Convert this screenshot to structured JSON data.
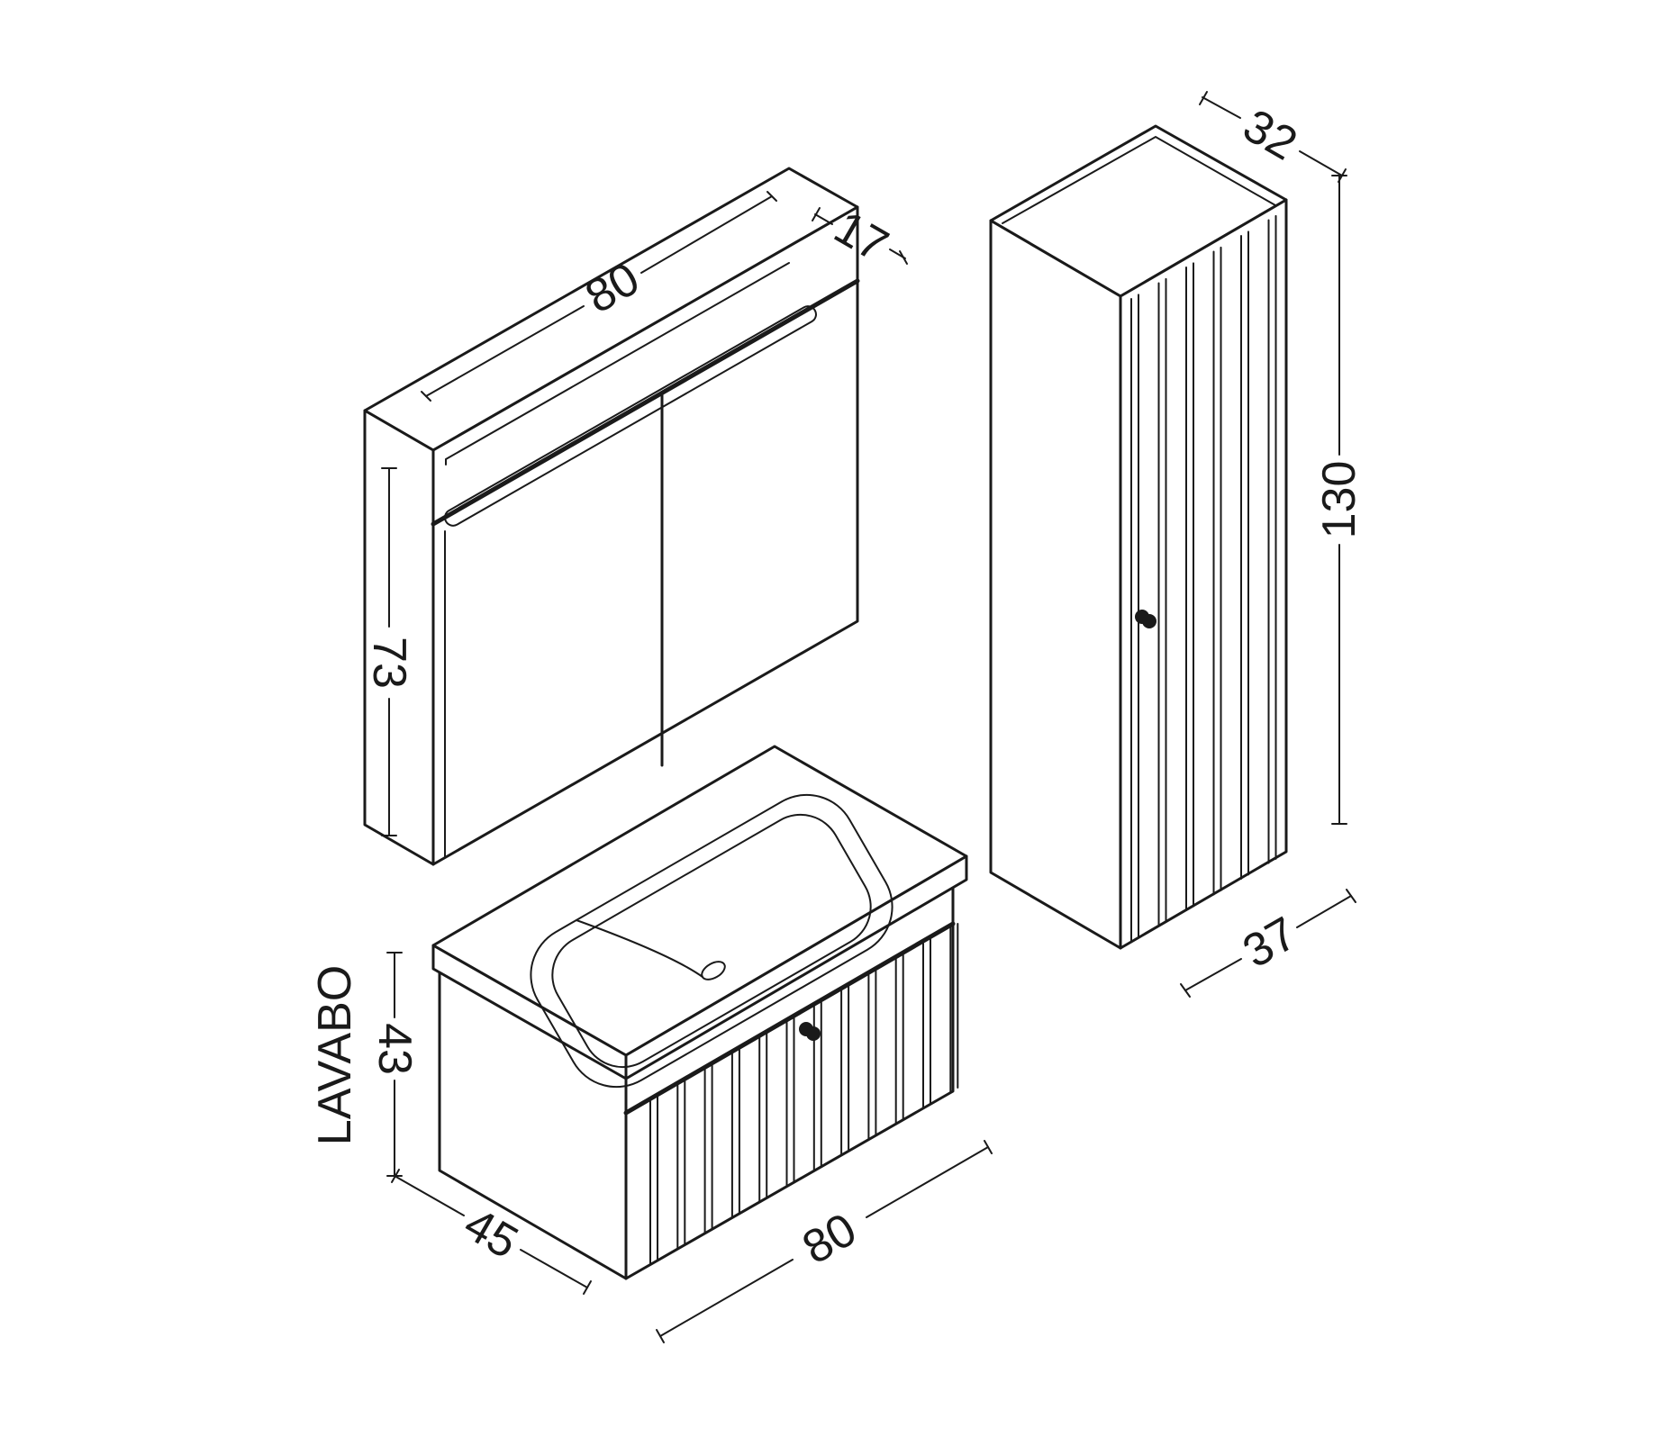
{
  "dimensions": {
    "mirror_width": "80",
    "mirror_depth": "17",
    "mirror_height": "73",
    "column_depth": "32",
    "column_height": "130",
    "column_width": "37",
    "washbasin_label": "LAVABO",
    "washbasin_height": "43",
    "washbasin_depth": "45",
    "washbasin_width": "80"
  }
}
